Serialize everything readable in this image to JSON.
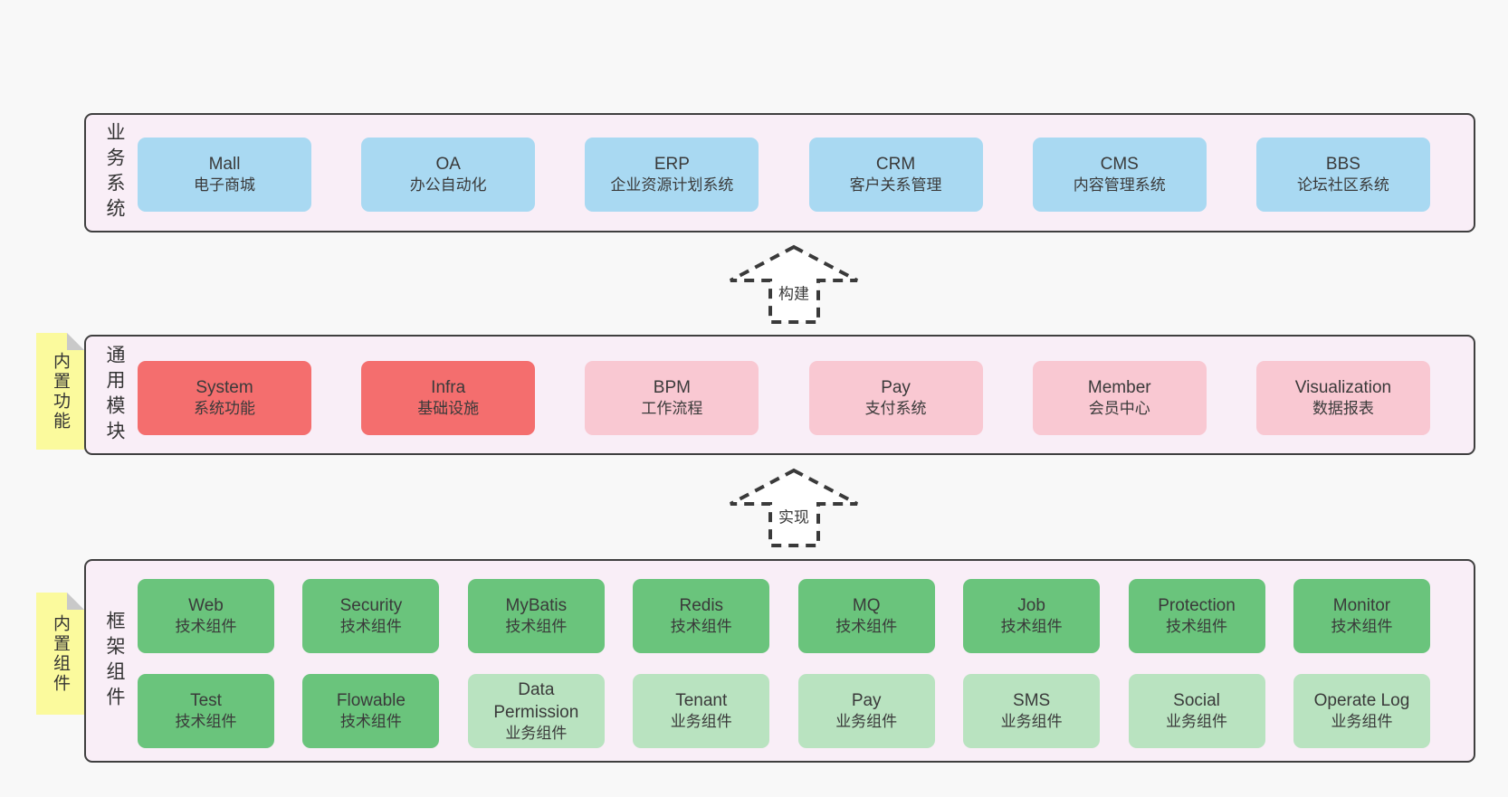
{
  "colors": {
    "page_bg": "#f8f8f8",
    "panel_bg": "#f9eef7",
    "panel_border": "#3f3f3f",
    "text": "#3a3a3a",
    "blue": "#a9d9f2",
    "red": "#f46e6e",
    "pink": "#f9c8d2",
    "green": "#6ac47c",
    "light_green": "#b9e3c0",
    "yellow": "#fbfa9d",
    "fold_gray": "#c9c9c9",
    "arrow": "#3a3a3a"
  },
  "business": {
    "label": "业务系统",
    "items": [
      {
        "name": "Mall",
        "desc": "电子商城",
        "variant": "blue"
      },
      {
        "name": "OA",
        "desc": "办公自动化",
        "variant": "blue"
      },
      {
        "name": "ERP",
        "desc": "企业资源计划系统",
        "variant": "blue"
      },
      {
        "name": "CRM",
        "desc": "客户关系管理",
        "variant": "blue"
      },
      {
        "name": "CMS",
        "desc": "内容管理系统",
        "variant": "blue"
      },
      {
        "name": "BBS",
        "desc": "论坛社区系统",
        "variant": "blue"
      }
    ]
  },
  "build_arrow": {
    "label": "构建"
  },
  "modules": {
    "tag": "内置功能",
    "label": "通用模块",
    "items": [
      {
        "name": "System",
        "desc": "系统功能",
        "variant": "red"
      },
      {
        "name": "Infra",
        "desc": "基础设施",
        "variant": "red"
      },
      {
        "name": "BPM",
        "desc": "工作流程",
        "variant": "pink"
      },
      {
        "name": "Pay",
        "desc": "支付系统",
        "variant": "pink"
      },
      {
        "name": "Member",
        "desc": "会员中心",
        "variant": "pink"
      },
      {
        "name": "Visualization",
        "desc": "数据报表",
        "variant": "pink"
      }
    ]
  },
  "implement_arrow": {
    "label": "实现"
  },
  "framework": {
    "tag": "内置组件",
    "label": "框架组件",
    "rows": [
      [
        {
          "name": "Web",
          "desc": "技术组件",
          "variant": "green"
        },
        {
          "name": "Security",
          "desc": "技术组件",
          "variant": "green"
        },
        {
          "name": "MyBatis",
          "desc": "技术组件",
          "variant": "green"
        },
        {
          "name": "Redis",
          "desc": "技术组件",
          "variant": "green"
        },
        {
          "name": "MQ",
          "desc": "技术组件",
          "variant": "green"
        },
        {
          "name": "Job",
          "desc": "技术组件",
          "variant": "green"
        },
        {
          "name": "Protection",
          "desc": "技术组件",
          "variant": "green"
        },
        {
          "name": "Monitor",
          "desc": "技术组件",
          "variant": "green"
        }
      ],
      [
        {
          "name": "Test",
          "desc": "技术组件",
          "variant": "green"
        },
        {
          "name": "Flowable",
          "desc": "技术组件",
          "variant": "green"
        },
        {
          "name": "Data Permission",
          "desc": "业务组件",
          "variant": "lightgreen"
        },
        {
          "name": "Tenant",
          "desc": "业务组件",
          "variant": "lightgreen"
        },
        {
          "name": "Pay",
          "desc": "业务组件",
          "variant": "lightgreen"
        },
        {
          "name": "SMS",
          "desc": "业务组件",
          "variant": "lightgreen"
        },
        {
          "name": "Social",
          "desc": "业务组件",
          "variant": "lightgreen"
        },
        {
          "name": "Operate Log",
          "desc": "业务组件",
          "variant": "lightgreen"
        }
      ]
    ]
  }
}
